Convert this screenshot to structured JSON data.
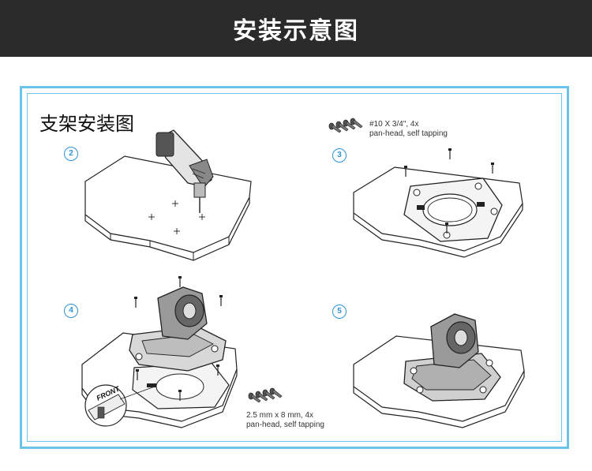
{
  "header": {
    "title": "安装示意图"
  },
  "panel": {
    "title": "支架安装图"
  },
  "steps": [
    "2",
    "3",
    "4",
    "5"
  ],
  "notes": {
    "top": {
      "line1": "#10 X 3/4\", 4x",
      "line2": "pan-head, self tapping"
    },
    "bottom": {
      "line1": "2.5 mm x 8 mm, 4x",
      "line2": "pan-head, self tapping"
    }
  },
  "front_label": "FRONT",
  "colors": {
    "header_bg": "#2b2b2b",
    "frame": "#6cc3ea",
    "step_circle": "#2f93d6"
  }
}
